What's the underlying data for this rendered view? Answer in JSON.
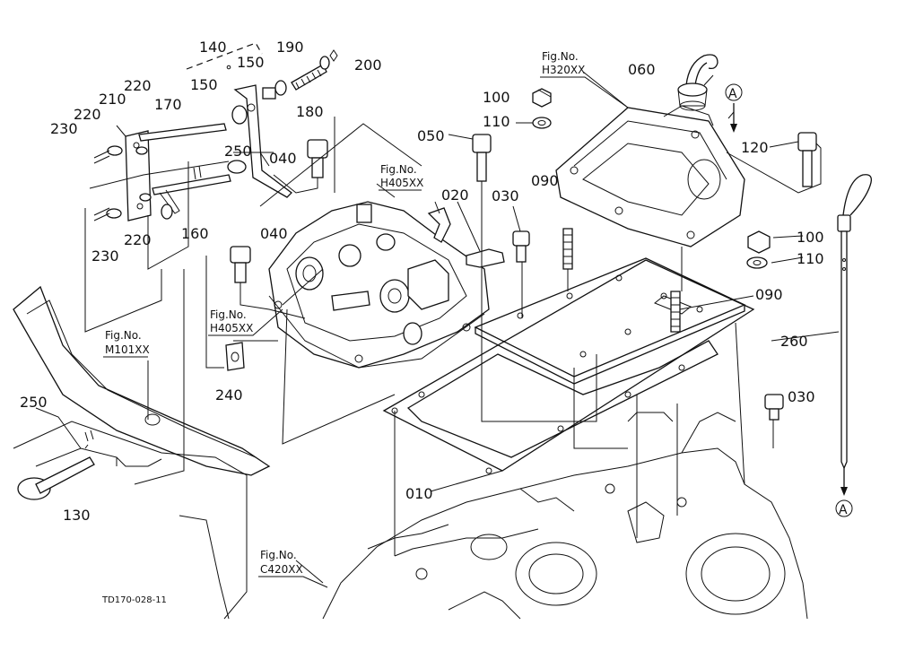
{
  "diagram": {
    "code": "TD170-028-11",
    "part_labels": [
      "010",
      "020",
      "030",
      "030",
      "040",
      "040",
      "050",
      "060",
      "090",
      "090",
      "100",
      "100",
      "110",
      "110",
      "120",
      "130",
      "140",
      "150",
      "150",
      "160",
      "170",
      "180",
      "190",
      "200",
      "210",
      "220",
      "220",
      "220",
      "230",
      "230",
      "240",
      "250",
      "250",
      "260"
    ],
    "references": [
      {
        "line1": "Fig.No.",
        "line2": "H320XX"
      },
      {
        "line1": "Fig.No.",
        "line2": "H405XX"
      },
      {
        "line1": "Fig.No.",
        "line2": "H405XX"
      },
      {
        "line1": "Fig.No.",
        "line2": "M101XX"
      },
      {
        "line1": "Fig.No.",
        "line2": "C420XX"
      }
    ],
    "markers": [
      "A",
      "A"
    ]
  }
}
